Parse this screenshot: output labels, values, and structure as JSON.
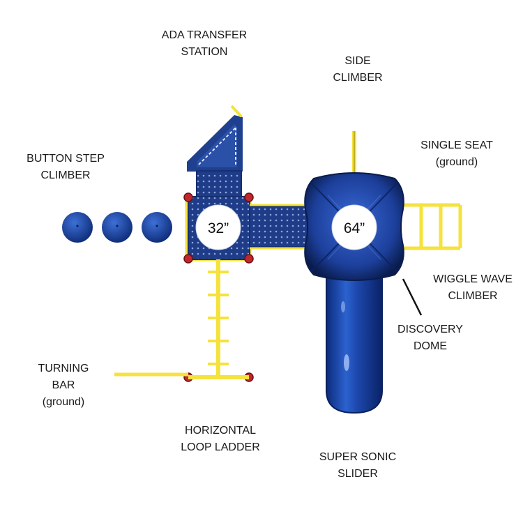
{
  "labels": {
    "ada_transfer_station": [
      "ADA TRANSFER",
      "STATION"
    ],
    "side_climber": [
      "SIDE",
      "CLIMBER"
    ],
    "button_step_climber": [
      "BUTTON STEP",
      "CLIMBER"
    ],
    "single_seat": [
      "SINGLE SEAT",
      "(ground)"
    ],
    "wiggle_wave_climber": [
      "WIGGLE WAVE",
      "CLIMBER"
    ],
    "discovery_dome": [
      "DISCOVERY",
      "DOME"
    ],
    "turning_bar": [
      "TURNING",
      "BAR",
      "(ground)"
    ],
    "horizontal_loop_ladder": [
      "HORIZONTAL",
      "LOOP LADDER"
    ],
    "super_sonic_slider": [
      "SUPER SONIC",
      "SLIDER"
    ]
  },
  "deck_heights": {
    "small_deck": "32”",
    "tower_deck": "64”"
  },
  "colors": {
    "structure_blue": "#1f3f8f",
    "dark_blue": "#0f2556",
    "slide_blue": "#1f4fb4",
    "frame_yellow": "#f5e23c",
    "cap_red": "#c0282d",
    "text": "#1a1a1a"
  }
}
